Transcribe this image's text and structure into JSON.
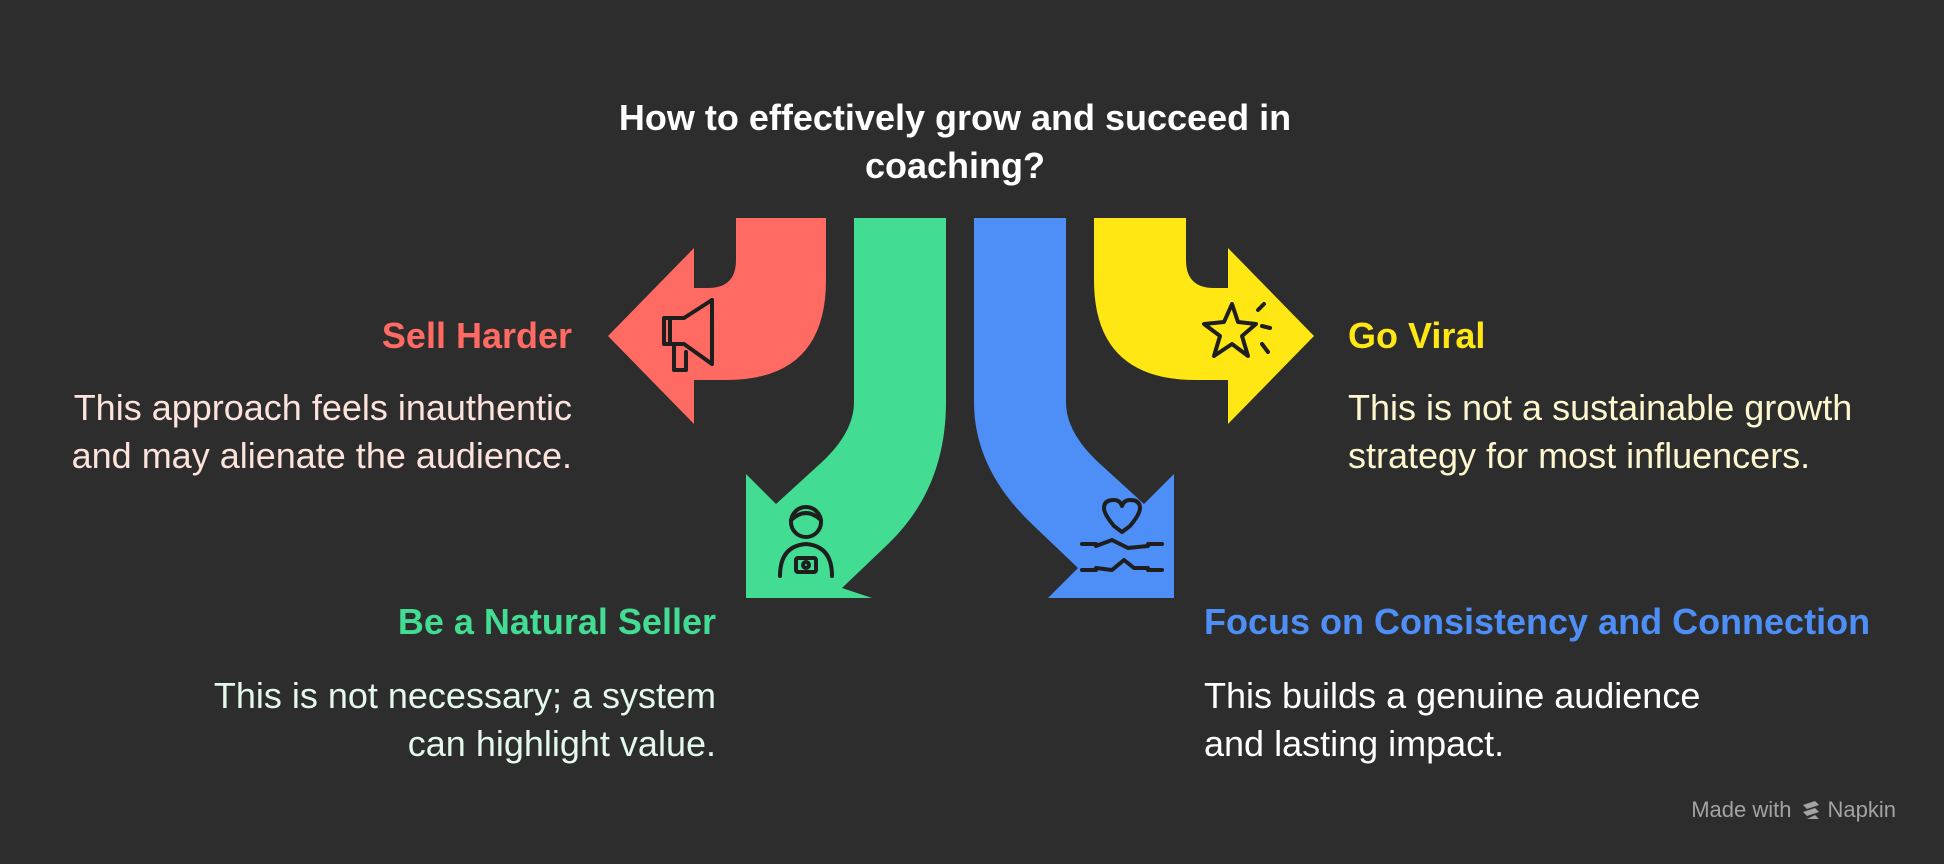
{
  "title": "How to effectively grow and succeed in coaching?",
  "options": {
    "sell_harder": {
      "heading": "Sell Harder",
      "description": "This approach feels inauthentic and may alienate the audience.",
      "color": "#ff6b63",
      "text_color": "#fde3dc",
      "icon": "megaphone-icon"
    },
    "natural_seller": {
      "heading": "Be a Natural Seller",
      "description": "This is not necessary; a system can highlight value.",
      "color": "#42dd92",
      "text_color": "#e4f9ec",
      "icon": "person-with-camera-icon"
    },
    "focus": {
      "heading": "Focus on Consistency and Connection",
      "description": "This builds a genuine audience and lasting impact.",
      "color": "#4e8ff7",
      "text_color": "#ffffff",
      "icon": "handshake-heart-icon"
    },
    "go_viral": {
      "heading": "Go Viral",
      "description": "This is not a sustainable growth strategy for most influencers.",
      "color": "#ffe713",
      "text_color": "#fdf6cf",
      "icon": "star-sparkle-icon"
    }
  },
  "footer": {
    "made_with": "Made with",
    "brand": "Napkin"
  }
}
